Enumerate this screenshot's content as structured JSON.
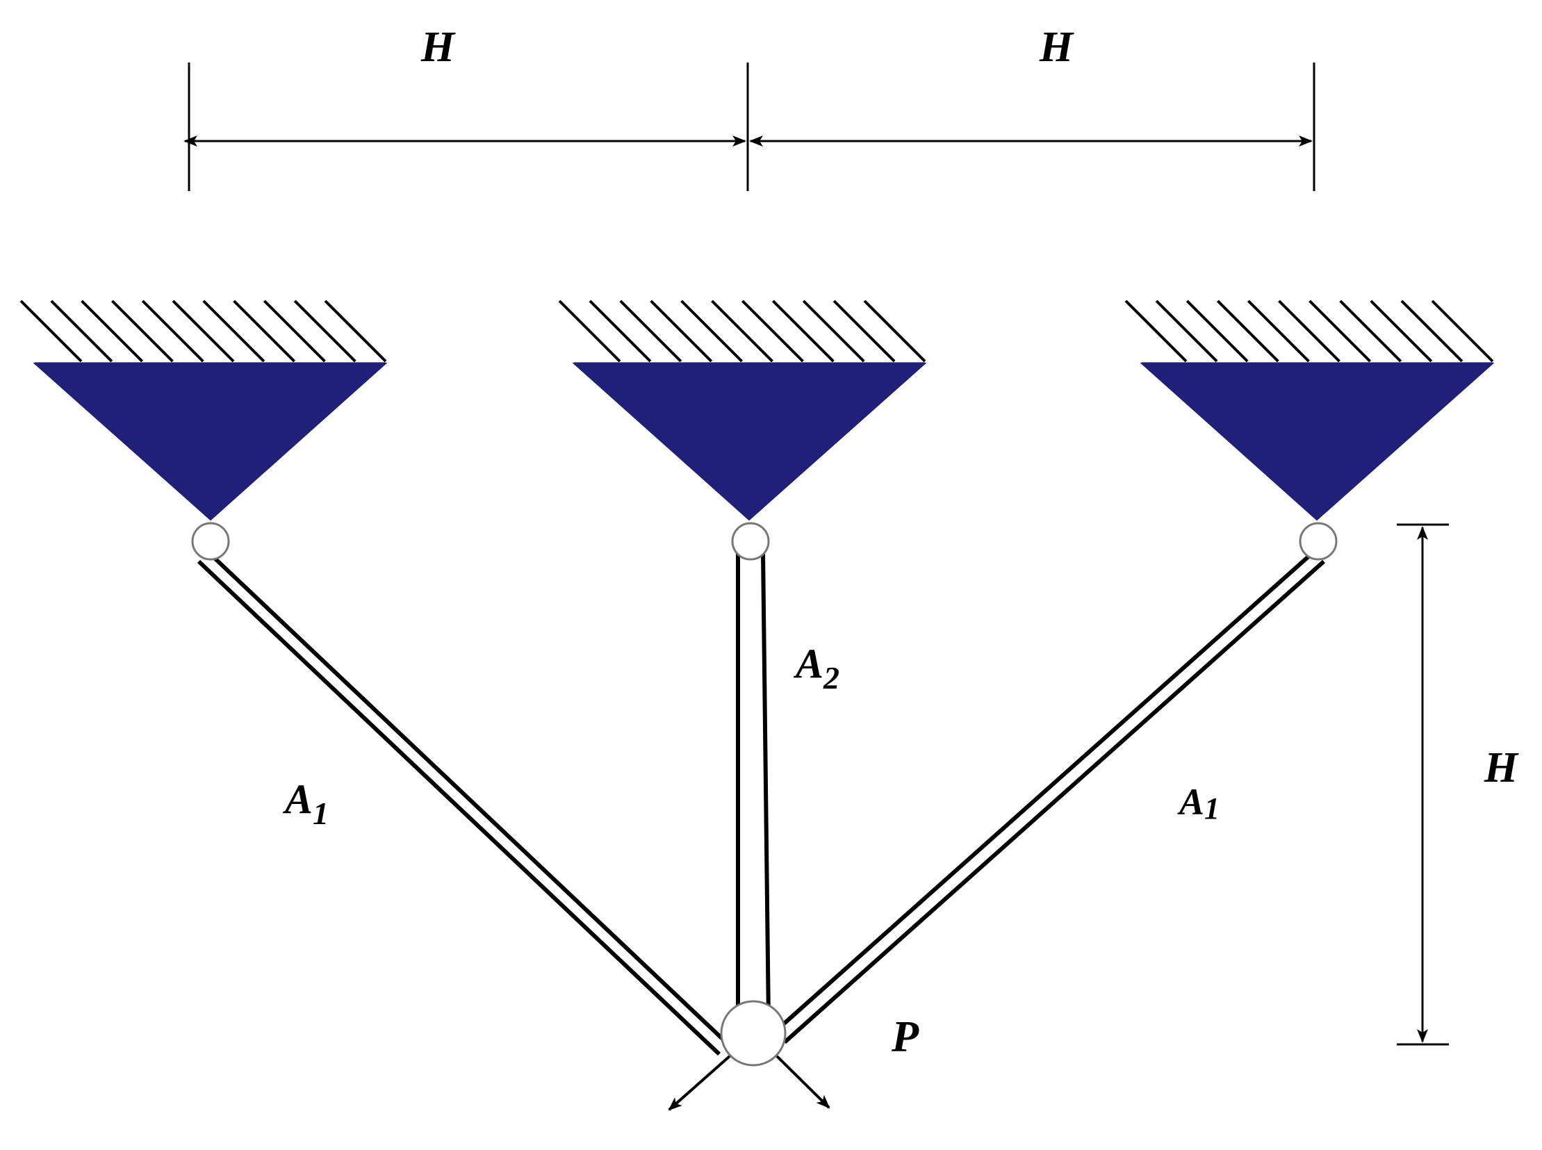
{
  "colors": {
    "support_fill": "#20207a",
    "line": "#000000",
    "pin_fill": "#ffffff",
    "pin_stroke": "#777777"
  },
  "dimensions": {
    "top_left": "H",
    "top_right": "H",
    "right_vertical": "H"
  },
  "bars": {
    "left": {
      "label": "A",
      "subscript": "1"
    },
    "middle": {
      "label": "A",
      "subscript": "2"
    },
    "right": {
      "label": "A",
      "subscript": "1"
    }
  },
  "load_point": {
    "label": "P"
  }
}
